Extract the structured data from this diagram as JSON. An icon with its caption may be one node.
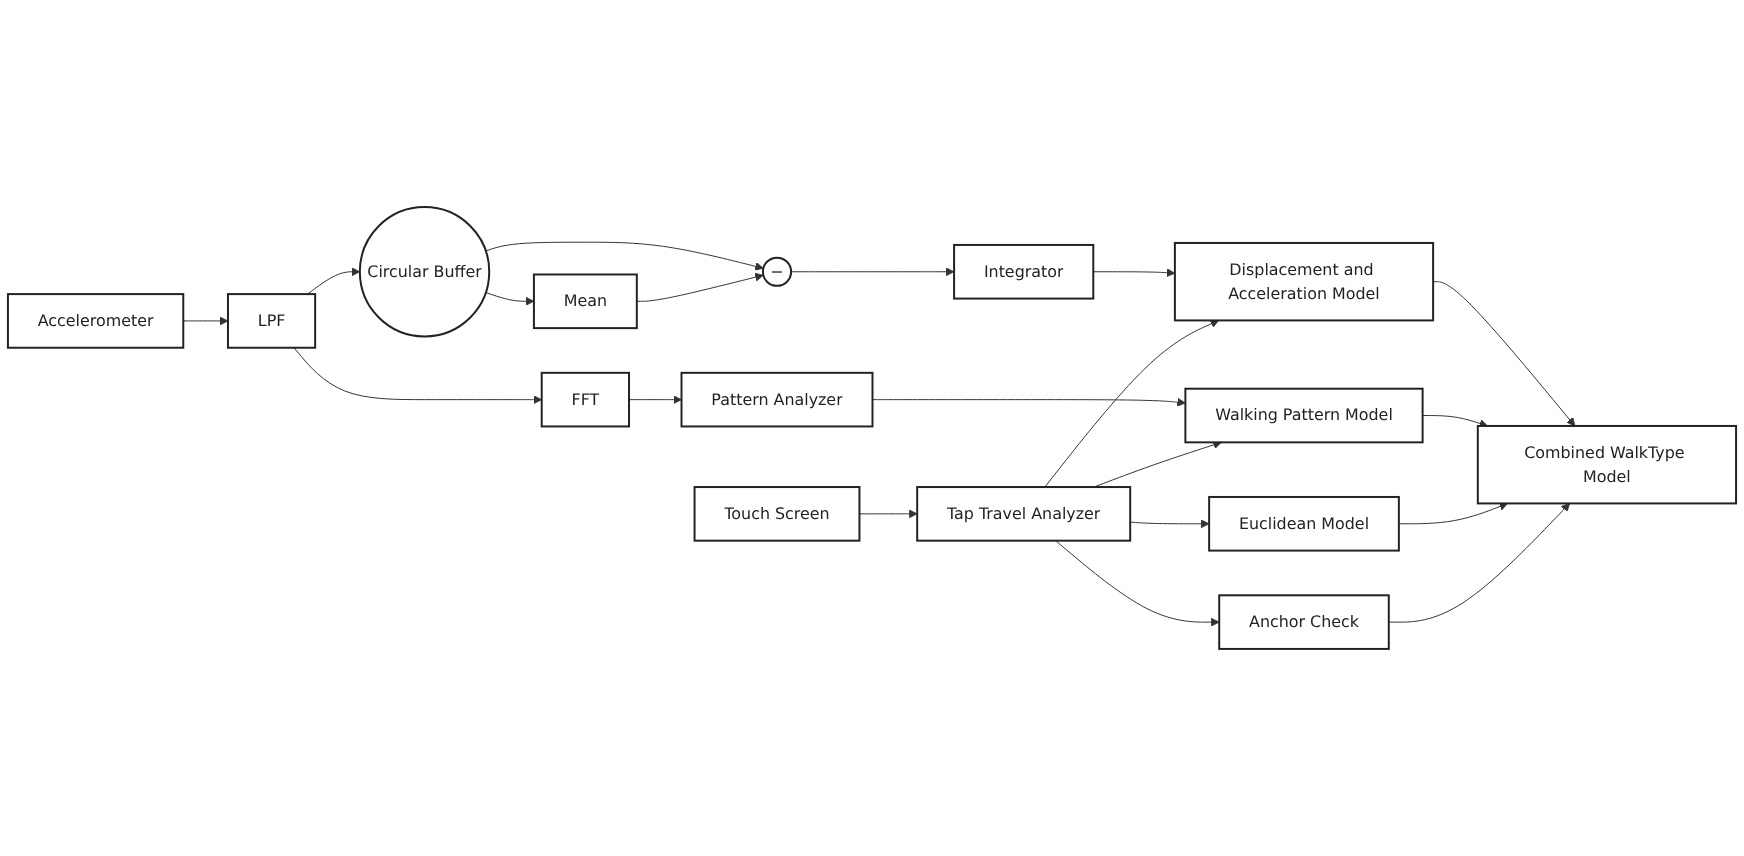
{
  "diagram": {
    "nodes": [
      {
        "text": [
          "Mean"
        ]
      },
      {
        "text": [
          "Accelerometer"
        ]
      },
      {
        "text": [
          "LPF"
        ]
      },
      {
        "text": [
          "Circular Buffer"
        ]
      },
      {
        "text": [
          "−"
        ]
      },
      {
        "text": [
          "Integrator"
        ]
      },
      {
        "text": [
          "Displacement and Acceleration Model"
        ]
      },
      {
        "text": [
          "FFT"
        ]
      },
      {
        "text": [
          "Pattern Analyzer"
        ]
      },
      {
        "text": [
          "Walking Pattern Model"
        ]
      },
      {
        "text": [
          "Combined WalkType Model"
        ]
      },
      {
        "text": [
          "Euclidean Model"
        ]
      },
      {
        "text": [
          "Touch Screen"
        ]
      },
      {
        "text": [
          "Tap Travel Analyzer"
        ]
      },
      {
        "text": [
          "Anchor Check"
        ]
      }
    ],
    "edges": [
      {
        "from": 1,
        "to": 2,
        "arrow": "to"
      },
      {
        "from": 2,
        "to": 3,
        "arrow": "to"
      },
      {
        "from": 2,
        "to": 7,
        "arrow": "to"
      },
      {
        "from": 3,
        "to": 0,
        "arrow": "to"
      },
      {
        "from": 3,
        "to": 4,
        "arrow": "to"
      },
      {
        "from": 0,
        "to": 4,
        "arrow": "to"
      },
      {
        "from": 4,
        "to": 5,
        "arrow": "to"
      },
      {
        "from": 5,
        "to": 6,
        "arrow": "to"
      },
      {
        "from": 7,
        "to": 8,
        "arrow": "to"
      },
      {
        "from": 8,
        "to": 9,
        "arrow": "to"
      },
      {
        "from": 12,
        "to": 13,
        "arrow": "to"
      },
      {
        "from": 13,
        "to": 6,
        "arrow": "to"
      },
      {
        "from": 13,
        "to": 9,
        "arrow": "to"
      },
      {
        "from": 13,
        "to": 11,
        "arrow": "to"
      },
      {
        "from": 13,
        "to": 14,
        "arrow": "to"
      },
      {
        "from": 6,
        "to": 10,
        "arrow": "to"
      },
      {
        "from": 9,
        "to": 10,
        "arrow": "to"
      },
      {
        "from": 11,
        "to": 10,
        "arrow": "to"
      },
      {
        "from": 14,
        "to": 10,
        "arrow": "to"
      }
    ]
  }
}
